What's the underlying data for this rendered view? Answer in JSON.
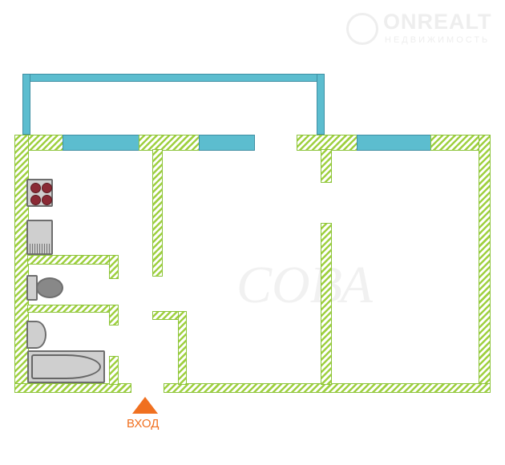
{
  "watermark": {
    "brand": "ONREALT",
    "subtitle": "НЕДВИЖИМОСТЬ",
    "center": "СОВА"
  },
  "entrance": {
    "label": "ВХОД"
  },
  "colors": {
    "wall": "#9fd040",
    "window": "#5cbdcf",
    "entrance": "#f07020"
  }
}
